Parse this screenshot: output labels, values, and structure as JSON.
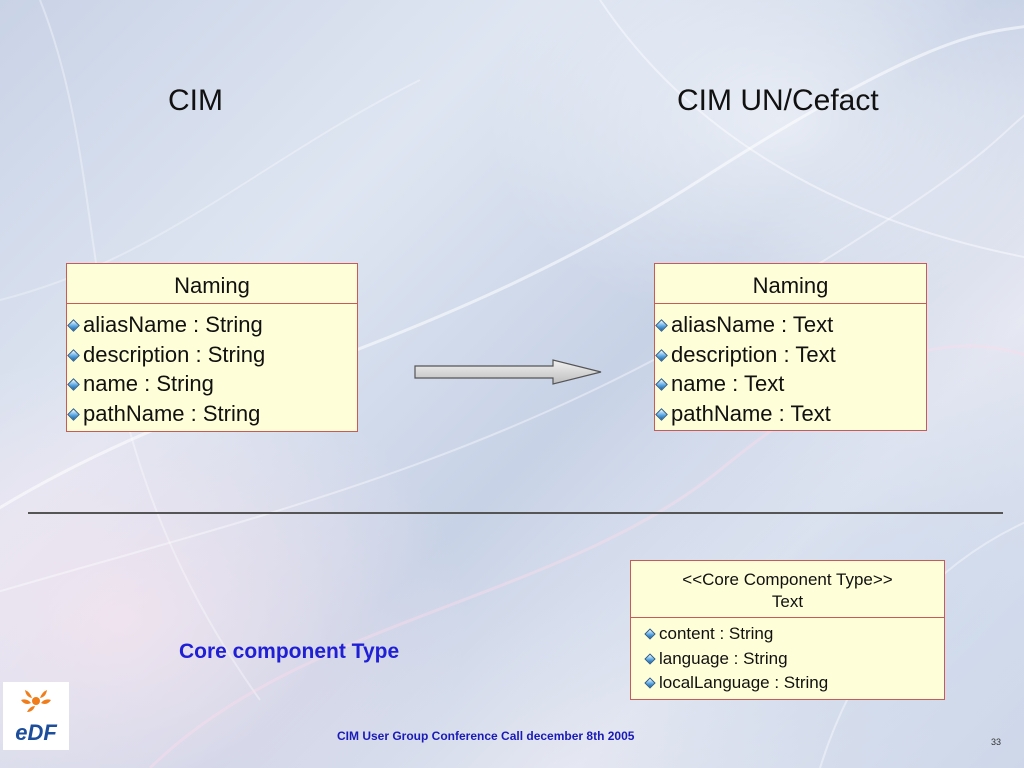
{
  "headings": {
    "left": "CIM",
    "right": "CIM UN/Cefact"
  },
  "left_class": {
    "title": "Naming",
    "attributes": [
      "aliasName : String",
      "description : String",
      "name : String",
      "pathName : String"
    ]
  },
  "right_class": {
    "title": "Naming",
    "attributes": [
      "aliasName : Text",
      "description : Text",
      "name : Text",
      "pathName : Text"
    ]
  },
  "core_class": {
    "stereotype": "<<Core Component Type>>",
    "title": "Text",
    "attributes": [
      "content : String",
      "language : String",
      "localLanguage : String"
    ]
  },
  "core_label": "Core component Type",
  "footer": "CIM User Group Conference Call december 8th 2005",
  "page_number": "33",
  "logo_text": "EDF",
  "colors": {
    "box_fill": "#fefed8",
    "box_border": "#c85a5a",
    "label_blue": "#1f1fd6",
    "logo_orange": "#f07d1a",
    "logo_blue": "#1d4e9b"
  },
  "icons": {
    "attribute_marker": "diamond-attribute-icon",
    "mapping_arrow": "right-arrow-icon"
  }
}
